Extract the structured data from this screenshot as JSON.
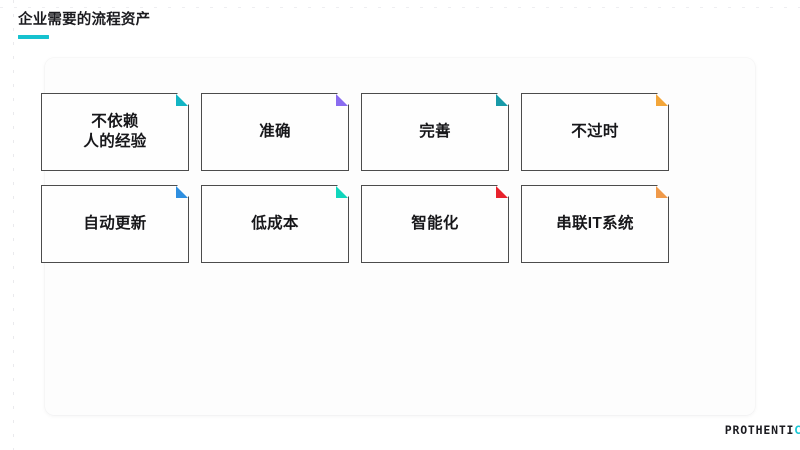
{
  "header": {
    "title": "企业需要的流程资产",
    "accent_color": "#16c2cf"
  },
  "panel": {
    "background_color": "#fdfdfd"
  },
  "cards": [
    {
      "label": "不依赖\n人的经验",
      "corner_color": "#13b5c4",
      "corner_name": "teal"
    },
    {
      "label": "准确",
      "corner_color": "#8a6cf0",
      "corner_name": "purple"
    },
    {
      "label": "完善",
      "corner_color": "#189aa8",
      "corner_name": "dark-teal"
    },
    {
      "label": "不过时",
      "corner_color": "#f3a63a",
      "corner_name": "orange"
    },
    {
      "label": "自动更新",
      "corner_color": "#2f8fe0",
      "corner_name": "blue"
    },
    {
      "label": "低成本",
      "corner_color": "#10d6bc",
      "corner_name": "turquoise"
    },
    {
      "label": "智能化",
      "corner_color": "#e8222c",
      "corner_name": "red"
    },
    {
      "label": "串联IT系统",
      "corner_color": "#f09a4a",
      "corner_name": "light-orange"
    }
  ],
  "footer": {
    "logo_main": "PROTHENTI",
    "logo_accent": "C"
  }
}
